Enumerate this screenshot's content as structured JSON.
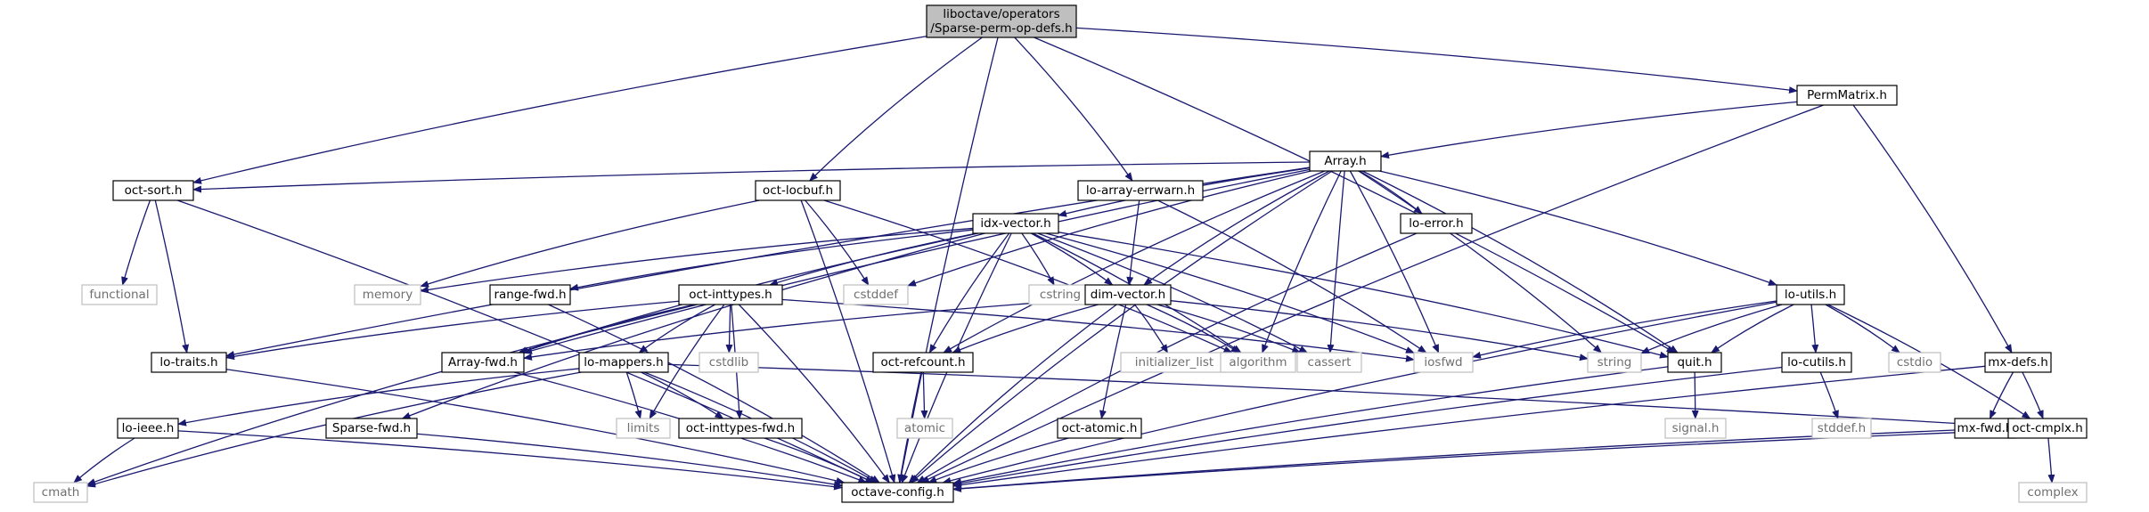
{
  "graph": {
    "nodes": [
      {
        "id": "root",
        "lines": [
          "liboctave/operators",
          "/Sparse-perm-op-defs.h"
        ],
        "kind": "root"
      },
      {
        "id": "octave-config",
        "lines": [
          "octave-config.h"
        ],
        "kind": "local"
      },
      {
        "id": "oct-sort",
        "lines": [
          "oct-sort.h"
        ],
        "kind": "local"
      },
      {
        "id": "oct-locbuf",
        "lines": [
          "oct-locbuf.h"
        ],
        "kind": "local"
      },
      {
        "id": "lo-array-errwarn",
        "lines": [
          "lo-array-errwarn.h"
        ],
        "kind": "local"
      },
      {
        "id": "quit",
        "lines": [
          "quit.h"
        ],
        "kind": "local"
      },
      {
        "id": "PermMatrix",
        "lines": [
          "PermMatrix.h"
        ],
        "kind": "local"
      },
      {
        "id": "Array",
        "lines": [
          "Array.h"
        ],
        "kind": "local"
      },
      {
        "id": "functional",
        "lines": [
          "functional"
        ],
        "kind": "system"
      },
      {
        "id": "lo-traits",
        "lines": [
          "lo-traits.h"
        ],
        "kind": "local"
      },
      {
        "id": "memory",
        "lines": [
          "memory"
        ],
        "kind": "system"
      },
      {
        "id": "cstddef",
        "lines": [
          "cstddef"
        ],
        "kind": "system"
      },
      {
        "id": "idx-vector",
        "lines": [
          "idx-vector.h"
        ],
        "kind": "local"
      },
      {
        "id": "range-fwd",
        "lines": [
          "range-fwd.h"
        ],
        "kind": "local"
      },
      {
        "id": "oct-inttypes",
        "lines": [
          "oct-inttypes.h"
        ],
        "kind": "local"
      },
      {
        "id": "cstring",
        "lines": [
          "cstring"
        ],
        "kind": "system"
      },
      {
        "id": "dim-vector",
        "lines": [
          "dim-vector.h"
        ],
        "kind": "local"
      },
      {
        "id": "lo-error",
        "lines": [
          "lo-error.h"
        ],
        "kind": "local"
      },
      {
        "id": "lo-utils",
        "lines": [
          "lo-utils.h"
        ],
        "kind": "local"
      },
      {
        "id": "Array-fwd",
        "lines": [
          "Array-fwd.h"
        ],
        "kind": "local"
      },
      {
        "id": "cstdlib",
        "lines": [
          "cstdlib"
        ],
        "kind": "system"
      },
      {
        "id": "lo-mappers",
        "lines": [
          "lo-mappers.h"
        ],
        "kind": "local"
      },
      {
        "id": "oct-refcount",
        "lines": [
          "oct-refcount.h"
        ],
        "kind": "local"
      },
      {
        "id": "initializer_list",
        "lines": [
          "initializer_list"
        ],
        "kind": "system"
      },
      {
        "id": "algorithm",
        "lines": [
          "algorithm"
        ],
        "kind": "system"
      },
      {
        "id": "cassert",
        "lines": [
          "cassert"
        ],
        "kind": "system"
      },
      {
        "id": "iosfwd",
        "lines": [
          "iosfwd"
        ],
        "kind": "system"
      },
      {
        "id": "string",
        "lines": [
          "string"
        ],
        "kind": "system"
      },
      {
        "id": "lo-cutils",
        "lines": [
          "lo-cutils.h"
        ],
        "kind": "local"
      },
      {
        "id": "cstdio",
        "lines": [
          "cstdio"
        ],
        "kind": "system"
      },
      {
        "id": "mx-defs",
        "lines": [
          "mx-defs.h"
        ],
        "kind": "local"
      },
      {
        "id": "limits",
        "lines": [
          "limits"
        ],
        "kind": "system"
      },
      {
        "id": "atomic",
        "lines": [
          "atomic"
        ],
        "kind": "system"
      },
      {
        "id": "signal",
        "lines": [
          "signal.h"
        ],
        "kind": "system"
      },
      {
        "id": "stddef",
        "lines": [
          "stddef.h"
        ],
        "kind": "system"
      },
      {
        "id": "lo-ieee",
        "lines": [
          "lo-ieee.h"
        ],
        "kind": "local"
      },
      {
        "id": "Sparse-fwd",
        "lines": [
          "Sparse-fwd.h"
        ],
        "kind": "local"
      },
      {
        "id": "oct-inttypes-fwd",
        "lines": [
          "oct-inttypes-fwd.h"
        ],
        "kind": "local"
      },
      {
        "id": "oct-atomic",
        "lines": [
          "oct-atomic.h"
        ],
        "kind": "local"
      },
      {
        "id": "mx-fwd",
        "lines": [
          "mx-fwd.h"
        ],
        "kind": "local"
      },
      {
        "id": "oct-cmplx",
        "lines": [
          "oct-cmplx.h"
        ],
        "kind": "local"
      },
      {
        "id": "cmath",
        "lines": [
          "cmath"
        ],
        "kind": "system"
      },
      {
        "id": "complex",
        "lines": [
          "complex"
        ],
        "kind": "system"
      }
    ],
    "edges": [
      [
        "root",
        "octave-config"
      ],
      [
        "root",
        "oct-sort"
      ],
      [
        "root",
        "oct-locbuf"
      ],
      [
        "root",
        "lo-array-errwarn"
      ],
      [
        "root",
        "quit"
      ],
      [
        "root",
        "PermMatrix"
      ],
      [
        "PermMatrix",
        "Array"
      ],
      [
        "PermMatrix",
        "mx-defs"
      ],
      [
        "PermMatrix",
        "octave-config"
      ],
      [
        "Array",
        "oct-sort"
      ],
      [
        "Array",
        "lo-traits"
      ],
      [
        "Array",
        "Array-fwd"
      ],
      [
        "Array",
        "cstddef"
      ],
      [
        "Array",
        "idx-vector"
      ],
      [
        "Array",
        "oct-refcount"
      ],
      [
        "Array",
        "dim-vector"
      ],
      [
        "Array",
        "algorithm"
      ],
      [
        "Array",
        "cassert"
      ],
      [
        "Array",
        "iosfwd"
      ],
      [
        "Array",
        "string"
      ],
      [
        "Array",
        "quit"
      ],
      [
        "Array",
        "lo-error"
      ],
      [
        "Array",
        "lo-utils"
      ],
      [
        "Array",
        "octave-config"
      ],
      [
        "oct-sort",
        "functional"
      ],
      [
        "oct-sort",
        "lo-traits"
      ],
      [
        "oct-sort",
        "octave-config"
      ],
      [
        "oct-locbuf",
        "memory"
      ],
      [
        "oct-locbuf",
        "cstddef"
      ],
      [
        "oct-locbuf",
        "algorithm"
      ],
      [
        "oct-locbuf",
        "octave-config"
      ],
      [
        "lo-array-errwarn",
        "dim-vector"
      ],
      [
        "lo-array-errwarn",
        "iosfwd"
      ],
      [
        "idx-vector",
        "memory"
      ],
      [
        "idx-vector",
        "range-fwd"
      ],
      [
        "idx-vector",
        "oct-inttypes"
      ],
      [
        "idx-vector",
        "cstring"
      ],
      [
        "idx-vector",
        "dim-vector"
      ],
      [
        "idx-vector",
        "Array-fwd"
      ],
      [
        "idx-vector",
        "Sparse-fwd"
      ],
      [
        "idx-vector",
        "oct-refcount"
      ],
      [
        "idx-vector",
        "algorithm"
      ],
      [
        "idx-vector",
        "cassert"
      ],
      [
        "idx-vector",
        "iosfwd"
      ],
      [
        "idx-vector",
        "quit"
      ],
      [
        "idx-vector",
        "octave-config"
      ],
      [
        "oct-inttypes",
        "lo-traits"
      ],
      [
        "oct-inttypes",
        "Array-fwd"
      ],
      [
        "oct-inttypes",
        "cstdlib"
      ],
      [
        "oct-inttypes",
        "lo-mappers"
      ],
      [
        "oct-inttypes",
        "limits"
      ],
      [
        "oct-inttypes",
        "oct-inttypes-fwd"
      ],
      [
        "oct-inttypes",
        "cmath"
      ],
      [
        "oct-inttypes",
        "iosfwd"
      ],
      [
        "oct-inttypes",
        "octave-config"
      ],
      [
        "dim-vector",
        "Array-fwd"
      ],
      [
        "dim-vector",
        "oct-refcount"
      ],
      [
        "dim-vector",
        "initializer_list"
      ],
      [
        "dim-vector",
        "algorithm"
      ],
      [
        "dim-vector",
        "cassert"
      ],
      [
        "dim-vector",
        "string"
      ],
      [
        "dim-vector",
        "oct-atomic"
      ],
      [
        "dim-vector",
        "octave-config"
      ],
      [
        "lo-mappers",
        "lo-ieee"
      ],
      [
        "lo-mappers",
        "limits"
      ],
      [
        "lo-mappers",
        "oct-inttypes-fwd"
      ],
      [
        "lo-mappers",
        "oct-cmplx"
      ],
      [
        "lo-mappers",
        "cmath"
      ],
      [
        "lo-mappers",
        "octave-config"
      ],
      [
        "lo-ieee",
        "cmath"
      ],
      [
        "lo-ieee",
        "octave-config"
      ],
      [
        "oct-refcount",
        "atomic"
      ],
      [
        "oct-refcount",
        "octave-config"
      ],
      [
        "oct-atomic",
        "octave-config"
      ],
      [
        "lo-error",
        "octave-config"
      ],
      [
        "lo-utils",
        "iosfwd"
      ],
      [
        "lo-utils",
        "string"
      ],
      [
        "lo-utils",
        "quit"
      ],
      [
        "lo-utils",
        "lo-cutils"
      ],
      [
        "lo-utils",
        "cstdio"
      ],
      [
        "lo-utils",
        "oct-cmplx"
      ],
      [
        "lo-utils",
        "octave-config"
      ],
      [
        "lo-cutils",
        "stddef"
      ],
      [
        "lo-cutils",
        "octave-config"
      ],
      [
        "quit",
        "signal"
      ],
      [
        "quit",
        "octave-config"
      ],
      [
        "mx-defs",
        "mx-fwd"
      ],
      [
        "mx-defs",
        "oct-cmplx"
      ],
      [
        "mx-defs",
        "octave-config"
      ],
      [
        "mx-fwd",
        "octave-config"
      ],
      [
        "oct-cmplx",
        "complex"
      ],
      [
        "oct-cmplx",
        "octave-config"
      ],
      [
        "lo-traits",
        "octave-config"
      ],
      [
        "Array-fwd",
        "octave-config"
      ],
      [
        "Sparse-fwd",
        "octave-config"
      ],
      [
        "range-fwd",
        "octave-config"
      ],
      [
        "oct-inttypes-fwd",
        "octave-config"
      ]
    ]
  }
}
